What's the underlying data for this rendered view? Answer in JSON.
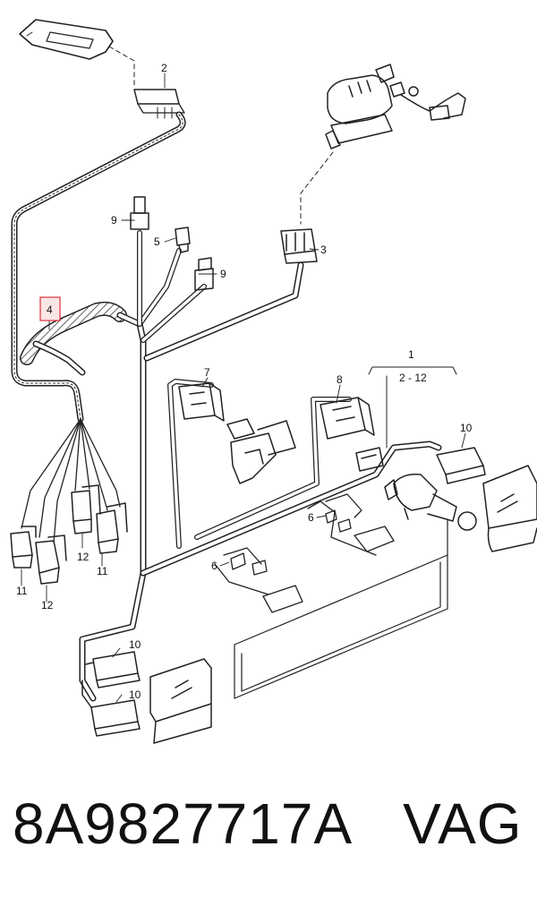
{
  "callouts": {
    "c1": "1",
    "c1_range": "2 - 12",
    "c2": "2",
    "c3": "3",
    "c4": "4",
    "c5": "5",
    "c6a": "6",
    "c6b": "6",
    "c7": "7",
    "c8": "8",
    "c9a": "9",
    "c9b": "9",
    "c10a": "10",
    "c10b": "10",
    "c10c": "10",
    "c11a": "11",
    "c11b": "11",
    "c12a": "12",
    "c12b": "12"
  },
  "caption": {
    "part_number": "8A9827717A",
    "brand": "VAG"
  },
  "highlight_color": "#e0303a"
}
